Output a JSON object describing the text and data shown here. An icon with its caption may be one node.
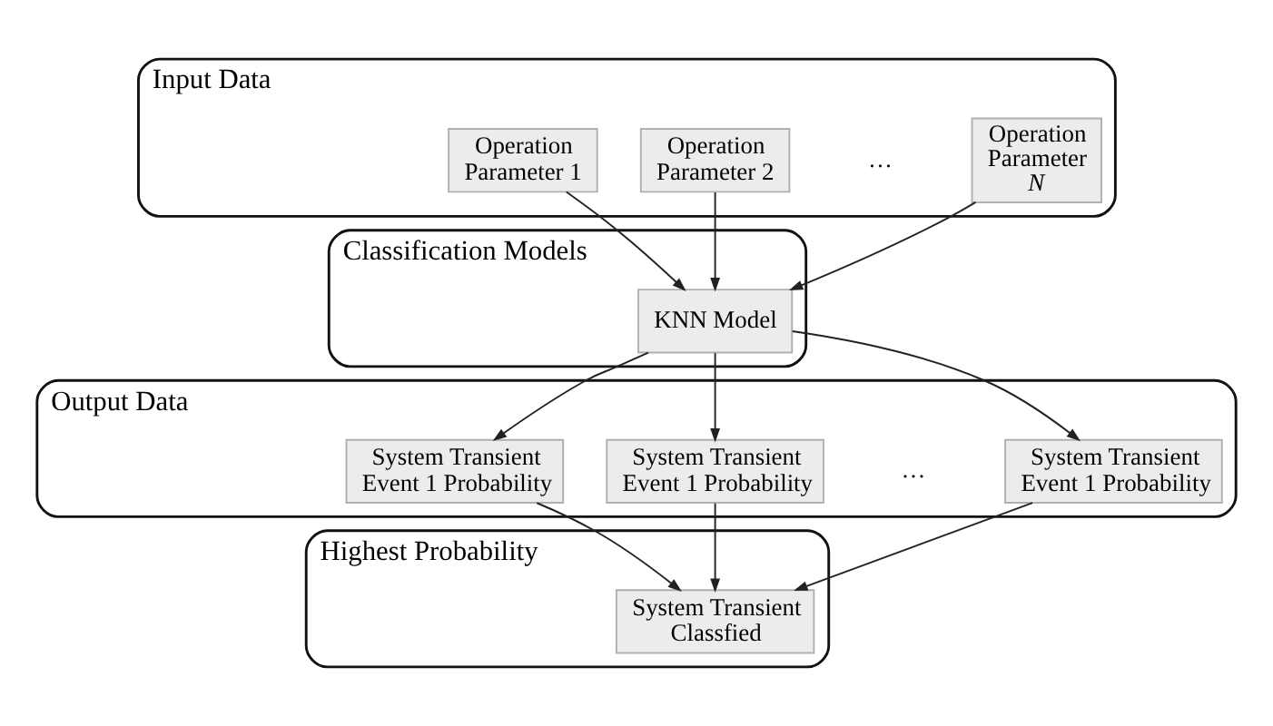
{
  "diagram": {
    "nodes": [
      {
        "text": [
          "Input Data"
        ]
      },
      {
        "text": [
          "Operation Parameter 1"
        ],
        "in": 0
      },
      {
        "text": [
          "Operation Parameter 2"
        ],
        "in": 0
      },
      {
        "text": [
          "Operation Parameter *N*"
        ],
        "in": 0
      },
      {
        "text": [
          "Classification Models"
        ]
      },
      {
        "text": [
          "KNN Model"
        ],
        "in": 4
      },
      {
        "text": [
          "Output Data"
        ]
      },
      {
        "text": [
          "System Transient Event 1 Probability"
        ],
        "in": 6
      },
      {
        "text": [
          "System Transient Event 1 Probability"
        ],
        "in": 6
      },
      {
        "text": [
          "System Transient Event 1 Probability"
        ],
        "in": 6
      },
      {
        "text": [
          "Highest Probability"
        ]
      },
      {
        "text": [
          "System Transient Classfied"
        ],
        "in": 10
      }
    ],
    "edges": [
      {
        "from": 1,
        "to": 5,
        "arrow": "to"
      },
      {
        "from": 2,
        "to": 5,
        "arrow": "to"
      },
      {
        "from": 3,
        "to": 5,
        "arrow": "to"
      },
      {
        "from": 5,
        "to": 7,
        "arrow": "to"
      },
      {
        "from": 5,
        "to": 8,
        "arrow": "to"
      },
      {
        "from": 5,
        "to": 9,
        "arrow": "to"
      },
      {
        "from": 7,
        "to": 11,
        "arrow": "to"
      },
      {
        "from": 8,
        "to": 11,
        "arrow": "to"
      },
      {
        "from": 9,
        "to": 11,
        "arrow": "to"
      }
    ],
    "labels": [
      "…",
      "…"
    ]
  }
}
